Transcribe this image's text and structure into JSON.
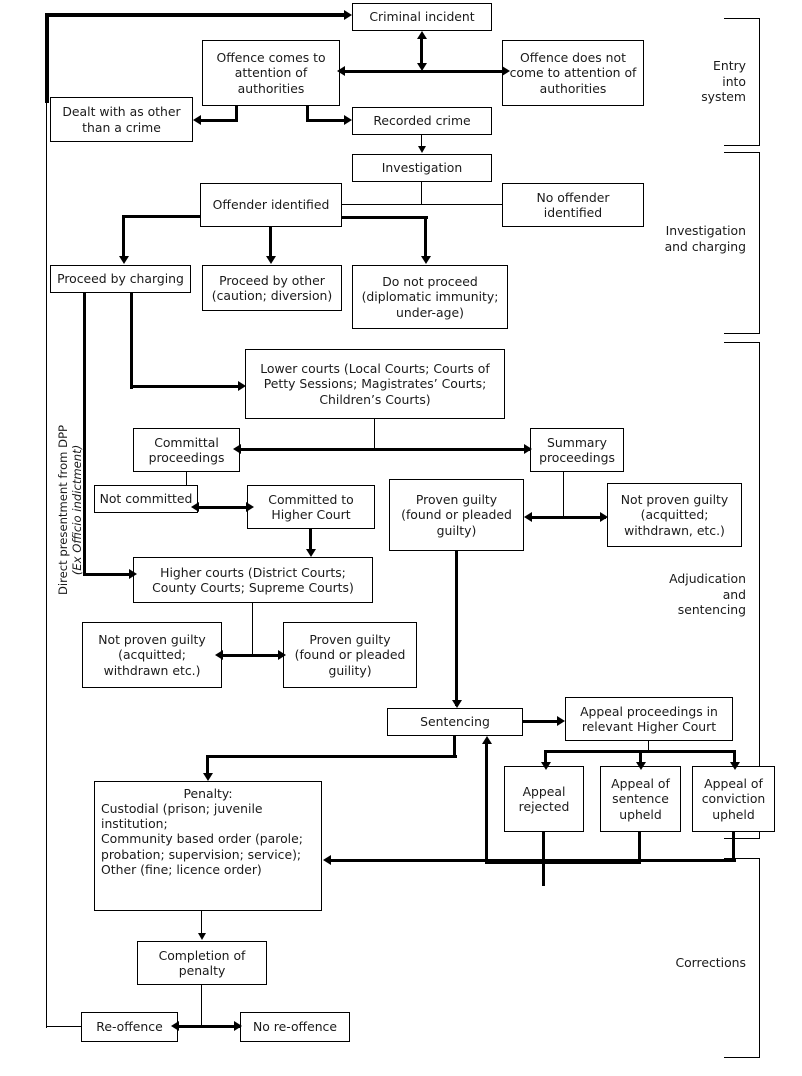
{
  "diagram": {
    "title": "Criminal justice system flowchart",
    "line_color": "#000000",
    "box_fill": "#ffffff"
  },
  "nodes": {
    "criminal_incident": "Criminal incident",
    "offence_comes": "Offence comes to attention of authorities",
    "offence_not_comes": "Offence does not come to attention of authorities",
    "dealt_other": "Dealt with as other than a crime",
    "recorded_crime": "Recorded crime",
    "investigation": "Investigation",
    "offender_identified": "Offender identified",
    "no_offender": "No offender identified",
    "proceed_charging": "Proceed by charging",
    "proceed_other": "Proceed by other (caution; diversion)",
    "do_not_proceed": "Do not proceed (diplomatic immunity; under-age)",
    "lower_courts": "Lower courts (Local Courts; Courts of Petty Sessions; Magistrates’ Courts; Children’s Courts)",
    "committal": "Committal proceedings",
    "summary": "Summary proceedings",
    "not_committed": "Not committed",
    "committed_higher": "Committed to Higher Court",
    "proven_guilty_lower": "Proven guilty (found or pleaded guilty)",
    "not_proven_lower": "Not proven guilty (acquitted; withdrawn, etc.)",
    "higher_courts": "Higher courts (District Courts; County Courts; Supreme Courts)",
    "not_proven_higher": "Not proven guilty (acquitted; withdrawn etc.)",
    "proven_guilty_higher": "Proven guilty (found or pleaded guility)",
    "sentencing": "Sentencing",
    "appeal_proceedings": "Appeal proceedings in relevant Higher Court",
    "appeal_rejected": "Appeal rejected",
    "appeal_sentence": "Appeal of sentence upheld",
    "appeal_conviction": "Appeal of conviction upheld",
    "penalty_title": "Penalty:",
    "penalty_line1": "Custodial (prison; juvenile",
    "penalty_line2": "institution;",
    "penalty_line3": "Community based order (parole;",
    "penalty_line4": "probation; supervision; service);",
    "penalty_line5": "Other (fine; licence order)",
    "completion": "Completion of penalty",
    "reoffence": "Re-offence",
    "no_reoffence": "No re-offence"
  },
  "side_labels": {
    "entry": "Entry into system",
    "investigation": "Investigation and charging",
    "adjudication": "Adjudication and sentencing",
    "corrections": "Corrections"
  },
  "annotations": {
    "dpp_line1": "Direct presentment from DPP",
    "dpp_line2": "(Ex Officio indictment)"
  }
}
